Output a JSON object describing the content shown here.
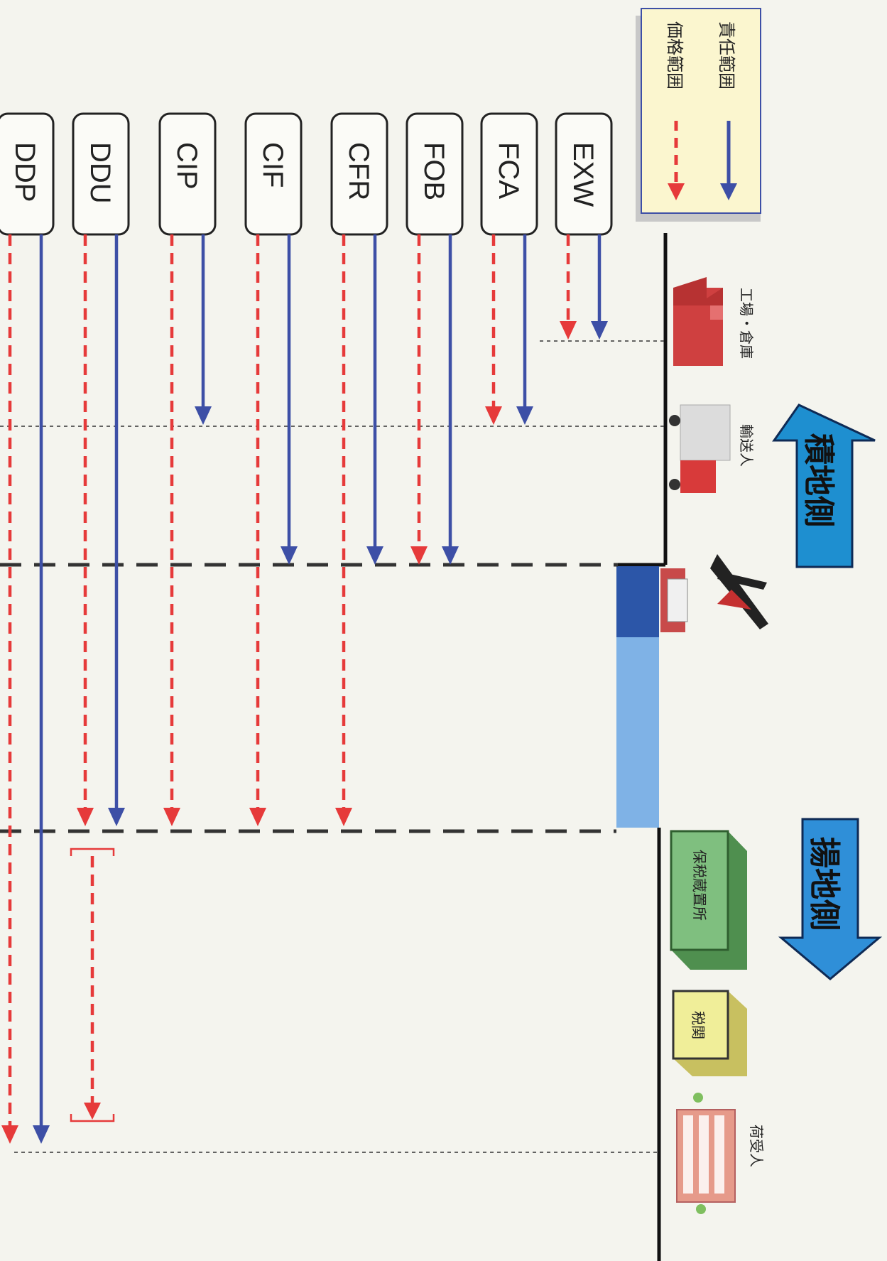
{
  "legend": {
    "responsibility_label": "責任範囲",
    "price_label": "価格範囲"
  },
  "sides": {
    "loading": "積地側",
    "unloading": "揚地側"
  },
  "locations": {
    "factory": "工場・倉庫",
    "carrier": "輸送人",
    "bonded": "保税蔵置所",
    "customs": "税関",
    "consignee": "荷受人"
  },
  "terms": [
    {
      "code": "EXW",
      "responsibility_end": "factory",
      "price_end": "factory"
    },
    {
      "code": "FCA",
      "responsibility_end": "carrier",
      "price_end": "carrier"
    },
    {
      "code": "FOB",
      "responsibility_end": "ship_loading",
      "price_end": "ship_loading"
    },
    {
      "code": "CFR",
      "responsibility_end": "ship_loading",
      "price_end": "port_arrival"
    },
    {
      "code": "CIF",
      "responsibility_end": "ship_loading",
      "price_end": "port_arrival"
    },
    {
      "code": "CIP",
      "responsibility_end": "carrier",
      "price_end": "port_arrival"
    },
    {
      "code": "DDU",
      "responsibility_end": "port_arrival",
      "price_end": "port_arrival"
    },
    {
      "code": "DDP",
      "responsibility_end": "consignee",
      "price_end": "consignee"
    }
  ],
  "colors": {
    "responsibility": "#3d4fa6",
    "price": "#e63a3a",
    "side_arrow": "#1e8fd0",
    "bonded": "#6aa86a",
    "customs": "#f0ee99",
    "sea_dark": "#2c56a8",
    "sea_light": "#7fb2e6"
  }
}
